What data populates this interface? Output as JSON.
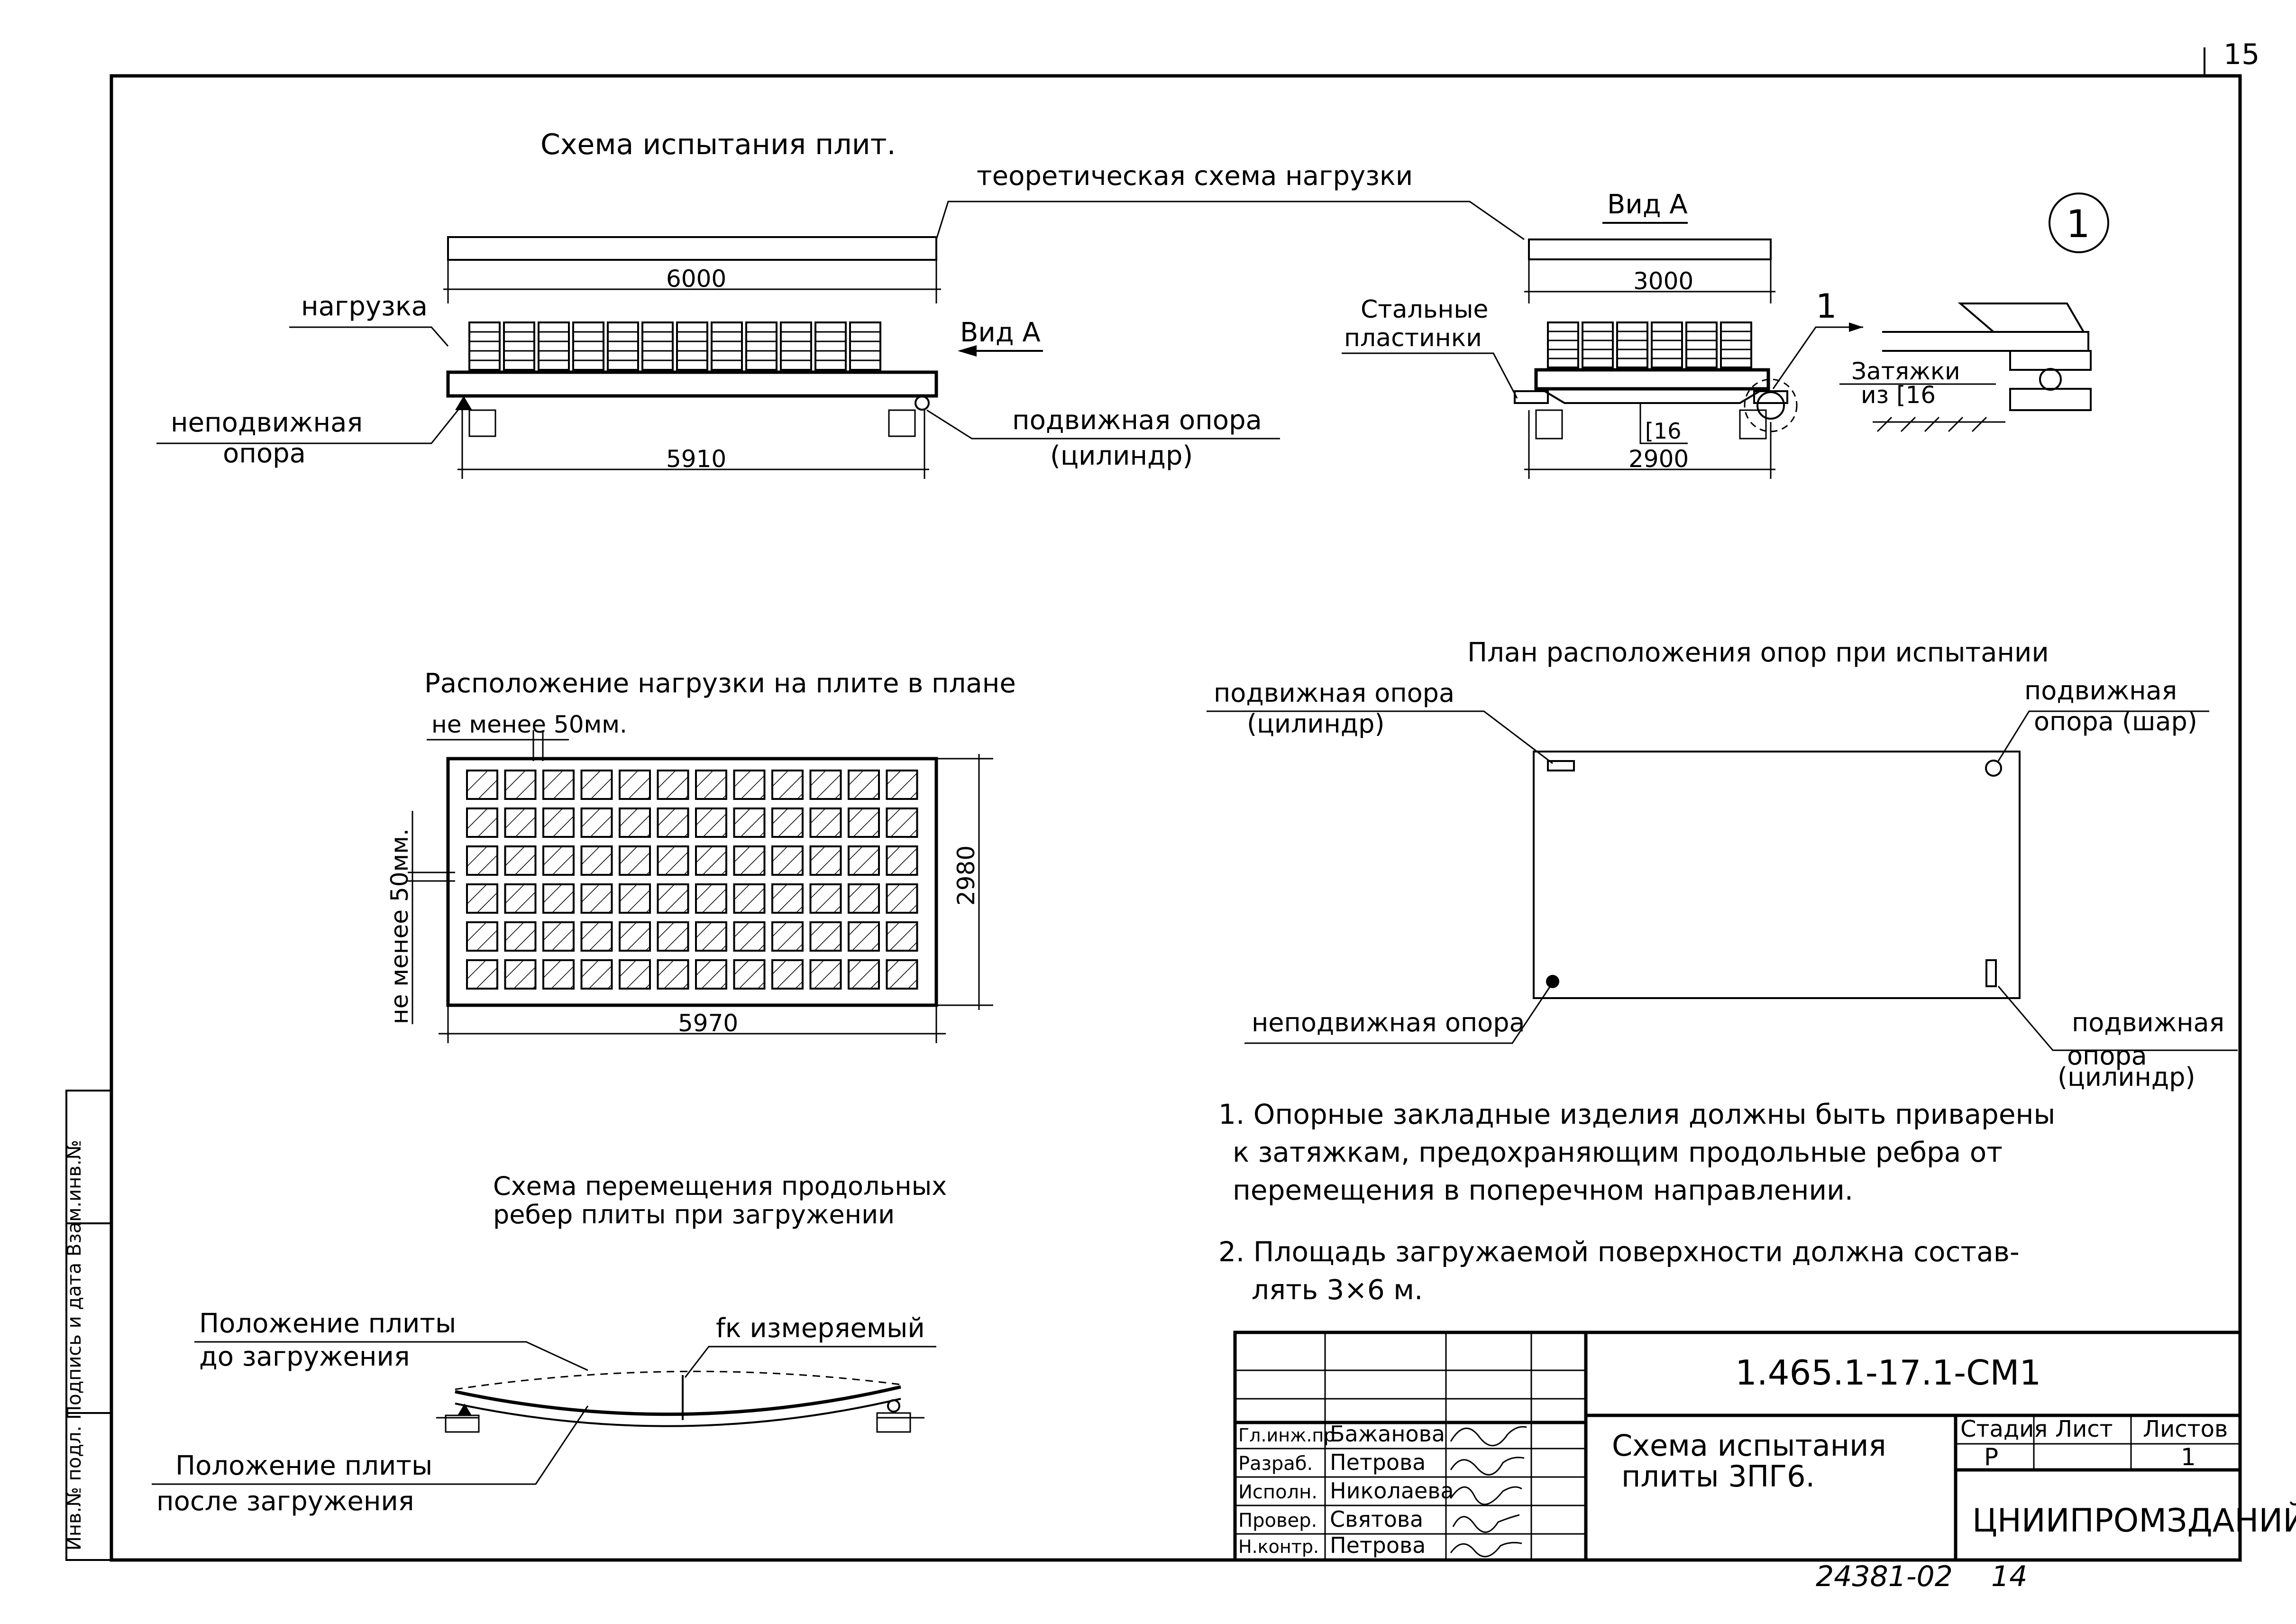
{
  "page_number": "15",
  "test_scheme": {
    "title": "Схема испытания плит.",
    "theoretical_label": "теоретическая схема нагрузки",
    "span_load": "6000",
    "span_supports": "5910",
    "load_label": "нагрузка",
    "view_a_arrow": "Вид А",
    "fixed_support_1": "неподвижная",
    "fixed_support_2": "опора",
    "movable_support_1": "подвижная опора",
    "movable_support_2": "(цилиндр)"
  },
  "view_a": {
    "title": "Вид А",
    "span_load": "3000",
    "span_supports": "2900",
    "steel_plates_1": "Стальные",
    "steel_plates_2": "пластинки",
    "channel_label": "[16",
    "callout_number": "1"
  },
  "detail_1": {
    "circle_label": "1",
    "ties_1": "Затяжки",
    "ties_2": "из [16"
  },
  "load_plan": {
    "title": "Расположение нагрузки на плите в плане",
    "gap_top": "не менее 50мм.",
    "gap_side": "не менее 50мм.",
    "width": "5970",
    "height": "2980",
    "rows": 6,
    "cols": 12
  },
  "support_plan": {
    "title": "План расположения опор при испытании",
    "top_left_1": "подвижная опора",
    "top_left_2": "(цилиндр)",
    "top_right_1": "подвижная",
    "top_right_2": "опора (шар)",
    "bottom_left": "неподвижная опора",
    "bottom_right_1": "подвижная",
    "bottom_right_2": "опора",
    "bottom_right_3": "(цилиндр)"
  },
  "displacement": {
    "title_1": "Схема перемещения продольных",
    "title_2": "ребер плиты при загружении",
    "before_1": "Положение плиты",
    "before_2": "до загружения",
    "fk_label": "fк измеряемый",
    "after_1": "Положение плиты",
    "after_2": "после загружения"
  },
  "notes": {
    "n1_1": "1. Опорные закладные изделия должны быть приварены",
    "n1_2": "к затяжкам, предохраняющим продольные ребра от",
    "n1_3": "перемещения в поперечном направлении.",
    "n2_1": "2. Площадь загружаемой поверхности должна состав-",
    "n2_2": "лять 3×6 м."
  },
  "title_block": {
    "doc_code": "1.465.1-17.1-СМ1",
    "title_1": "Схема испытания",
    "title_2": "плиты 3ПГ6.",
    "stage_h": "Стадия",
    "sheet_h": "Лист",
    "sheets_h": "Листов",
    "stage": "Р",
    "sheet": "",
    "sheets": "1",
    "org": "ЦНИИПРОМЗДАНИЙ",
    "people": [
      {
        "role": "Гл.инж.пр",
        "name": "Бажанова"
      },
      {
        "role": "Разраб.",
        "name": "Петрова"
      },
      {
        "role": "Исполн.",
        "name": "Николаева"
      },
      {
        "role": "Провер.",
        "name": "Святова"
      },
      {
        "role": "Н.контр.",
        "name": "Петрова"
      }
    ]
  },
  "side_stamp": {
    "text": "Инв.№ подл. Подпись и дата Взам.инв.№"
  },
  "footer": {
    "archive": "24381-02",
    "sheet_no": "14"
  }
}
